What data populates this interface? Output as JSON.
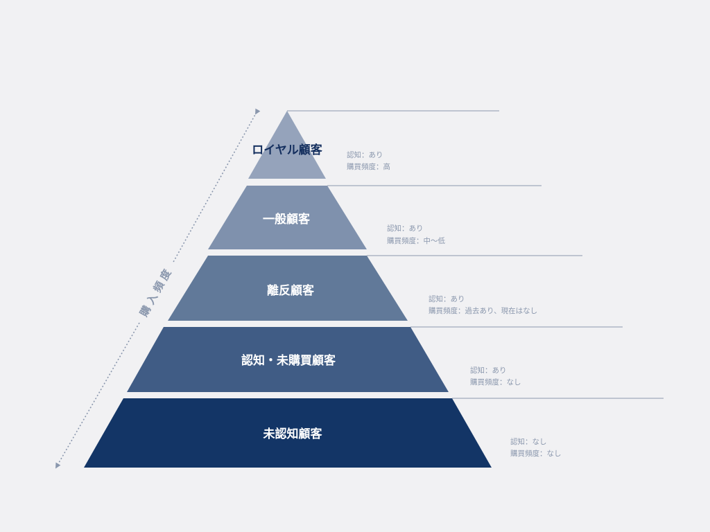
{
  "axis": {
    "label": "購入頻度"
  },
  "tiers": [
    {
      "name": "ロイヤル顧客",
      "fill": "#95a3bb",
      "label_color": "#142f5e",
      "lines": [
        "認知：あり",
        "購買頻度：高"
      ]
    },
    {
      "name": "一般顧客",
      "fill": "#7f91ad",
      "label_color": "#ffffff",
      "lines": [
        "認知：あり",
        "購買頻度：中〜低"
      ]
    },
    {
      "name": "離反顧客",
      "fill": "#617999",
      "label_color": "#ffffff",
      "lines": [
        "認知：あり",
        "購買頻度：過去あり、現在はなし"
      ]
    },
    {
      "name": "認知・未購買顧客",
      "fill": "#405c85",
      "label_color": "#ffffff",
      "lines": [
        "認知：あり",
        "購買頻度：なし"
      ]
    },
    {
      "name": "未認知顧客",
      "fill": "#133566",
      "label_color": "#ffffff",
      "lines": [
        "認知：なし",
        "購買頻度：なし"
      ]
    }
  ],
  "colors": {
    "background": "#f1f1f3",
    "divider_line": "#8a97ad",
    "text_muted": "#8a97ad"
  }
}
